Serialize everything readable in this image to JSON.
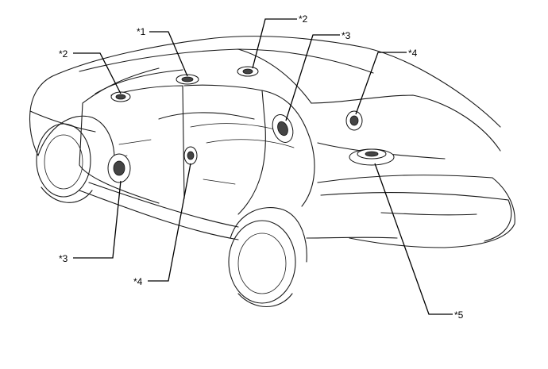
{
  "callouts": {
    "c1": "*1",
    "c2a": "*2",
    "c2b": "*2",
    "c3a": "*3",
    "c3b": "*3",
    "c4a": "*4",
    "c4b": "*4",
    "c5": "*5"
  }
}
